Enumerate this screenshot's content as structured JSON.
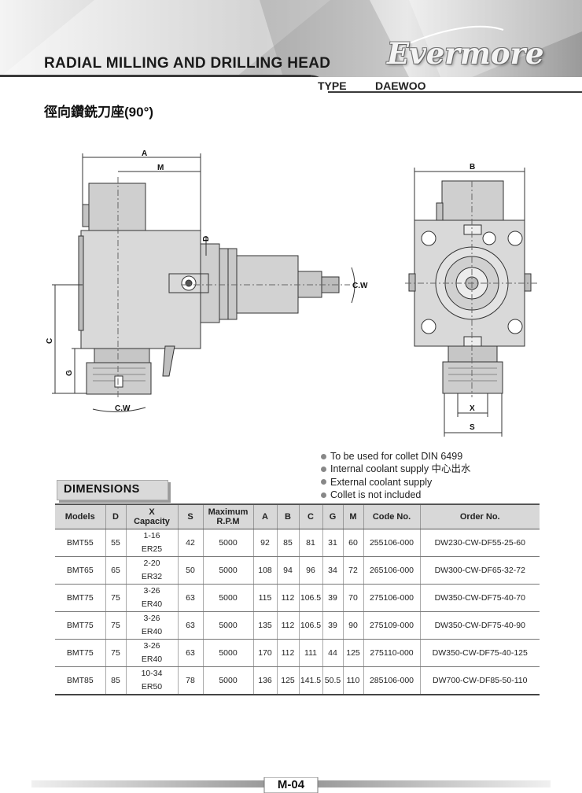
{
  "header": {
    "title": "RADIAL MILLING AND DRILLING HEAD",
    "brand": "Evermore",
    "type_label": "TYPE",
    "type_value": "DAEWOO"
  },
  "subtitle": "徑向鑽銑刀座(90°)",
  "drawing_labels": {
    "A": "A",
    "M": "M",
    "D": "D",
    "C": "C",
    "G": "G",
    "cw_right": "C.W",
    "cw_bottom": "C.W",
    "B": "B",
    "X": "X",
    "S": "S"
  },
  "notes": [
    "To be used for collet DIN 6499",
    "Internal coolant supply 中心出水",
    "External coolant supply",
    "Collet is not included"
  ],
  "dimensions": {
    "label": "DIMENSIONS",
    "headers": {
      "models": "Models",
      "d": "D",
      "x": "X",
      "capacity": "Capacity",
      "s": "S",
      "max": "Maximum",
      "rpm": "R.P.M",
      "a": "A",
      "b": "B",
      "c": "C",
      "g": "G",
      "m": "M",
      "code": "Code No.",
      "order": "Order No."
    },
    "rows": [
      {
        "model": "BMT55",
        "d": "55",
        "x1": "1-16",
        "x2": "ER25",
        "s": "42",
        "rpm": "5000",
        "a": "92",
        "b": "85",
        "c": "81",
        "g": "31",
        "m": "60",
        "code": "255106-000",
        "order": "DW230-CW-DF55-25-60"
      },
      {
        "model": "BMT65",
        "d": "65",
        "x1": "2-20",
        "x2": "ER32",
        "s": "50",
        "rpm": "5000",
        "a": "108",
        "b": "94",
        "c": "96",
        "g": "34",
        "m": "72",
        "code": "265106-000",
        "order": "DW300-CW-DF65-32-72"
      },
      {
        "model": "BMT75",
        "d": "75",
        "x1": "3-26",
        "x2": "ER40",
        "s": "63",
        "rpm": "5000",
        "a": "115",
        "b": "112",
        "c": "106.5",
        "g": "39",
        "m": "70",
        "code": "275106-000",
        "order": "DW350-CW-DF75-40-70"
      },
      {
        "model": "BMT75",
        "d": "75",
        "x1": "3-26",
        "x2": "ER40",
        "s": "63",
        "rpm": "5000",
        "a": "135",
        "b": "112",
        "c": "106.5",
        "g": "39",
        "m": "90",
        "code": "275109-000",
        "order": "DW350-CW-DF75-40-90"
      },
      {
        "model": "BMT75",
        "d": "75",
        "x1": "3-26",
        "x2": "ER40",
        "s": "63",
        "rpm": "5000",
        "a": "170",
        "b": "112",
        "c": "111",
        "g": "44",
        "m": "125",
        "code": "275110-000",
        "order": "DW350-CW-DF75-40-125"
      },
      {
        "model": "BMT85",
        "d": "85",
        "x1": "10-34",
        "x2": "ER50",
        "s": "78",
        "rpm": "5000",
        "a": "136",
        "b": "125",
        "c": "141.5",
        "g": "50.5",
        "m": "110",
        "code": "285106-000",
        "order": "DW700-CW-DF85-50-110"
      }
    ]
  },
  "footer": {
    "page_number": "M-04"
  }
}
